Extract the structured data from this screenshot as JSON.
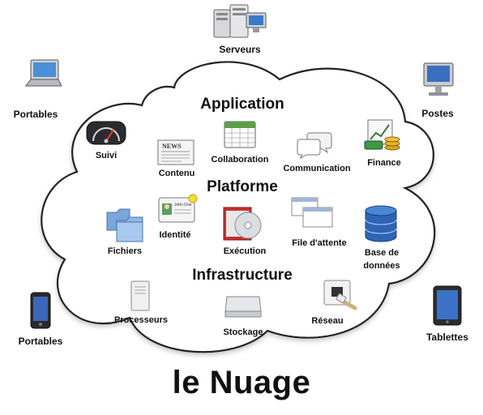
{
  "title": "le Nuage",
  "sections": {
    "application": "Application",
    "platform": "Platforme",
    "infrastructure": "Infrastructure"
  },
  "outside": {
    "servers": "Serveurs",
    "laptops": "Portables",
    "desktops": "Postes",
    "phones": "Portables",
    "tablets": "Tablettes"
  },
  "application_items": {
    "monitoring": "Suivi",
    "content": "Contenu",
    "collaboration": "Collaboration",
    "communication": "Communication",
    "finance": "Finance"
  },
  "platform_items": {
    "files": "Fichiers",
    "identity": "Identité",
    "execution": "Exécution",
    "queue": "File d'attente",
    "database_line1": "Base de",
    "database_line2": "données"
  },
  "infrastructure_items": {
    "processors": "Processeurs",
    "storage": "Stockage",
    "network": "Réseau"
  },
  "icon_text": {
    "newspaper": "NEWS",
    "id_card_name": "John Doe"
  }
}
